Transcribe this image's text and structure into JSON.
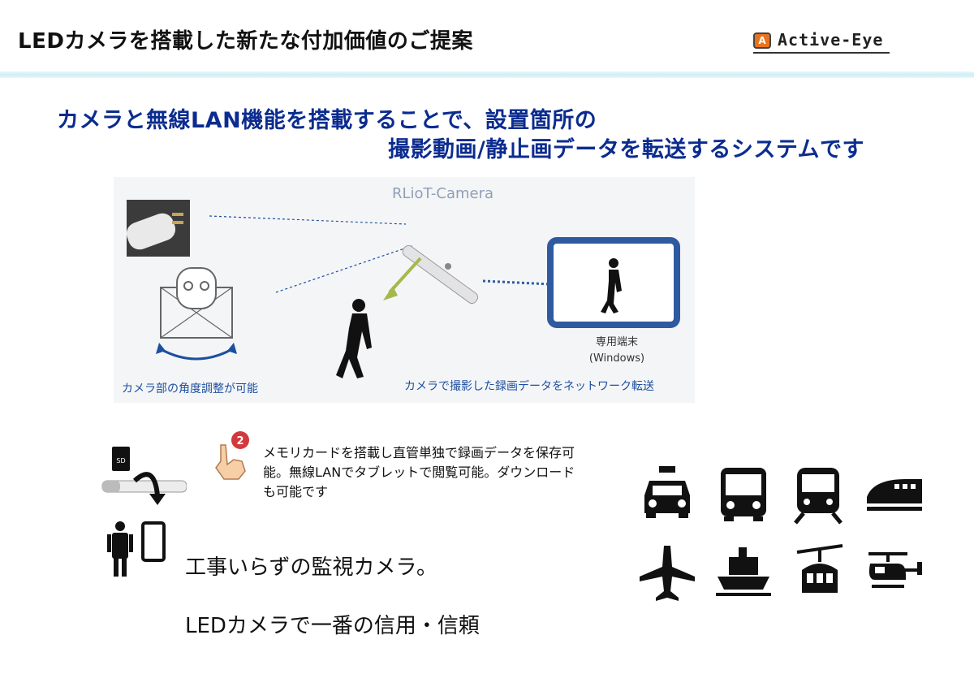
{
  "header": {
    "title": "LEDカメラを搭載した新たな付加価値のご提案",
    "logo": {
      "badge": "A",
      "text": "Active-Eye"
    }
  },
  "headline": {
    "line1": "カメラと無線LAN機能を搭載することで、設置箇所の",
    "line2": "撮影動画/静止画データを転送するシステムです"
  },
  "diagram": {
    "brand": "RLioT-Camera",
    "terminal_label_1": "専用端末",
    "terminal_label_2": "(Windows)",
    "caption_left": "カメラ部の角度調整が可能",
    "caption_right": "カメラで撮影した録画データをネットワーク転送"
  },
  "memo": {
    "badge": "2",
    "text": "メモリカードを搭載し直管単独で録画データを保存可能。無線LANでタブレットで閲覧可能。ダウンロードも可能です"
  },
  "taglines": {
    "line1": "工事いらずの監視カメラ。",
    "line2": "LEDカメラで一番の信用・信頼"
  },
  "vehicles": [
    "taxi-icon",
    "bus-icon",
    "train-icon",
    "shinkansen-icon",
    "airplane-icon",
    "ship-icon",
    "ropeway-icon",
    "helicopter-icon"
  ],
  "colors": {
    "headline": "#0b2c8f",
    "diagram_accent": "#1d4fa0",
    "terminal_frame": "#2f5aa0",
    "arrow_green": "#a6b84a"
  }
}
